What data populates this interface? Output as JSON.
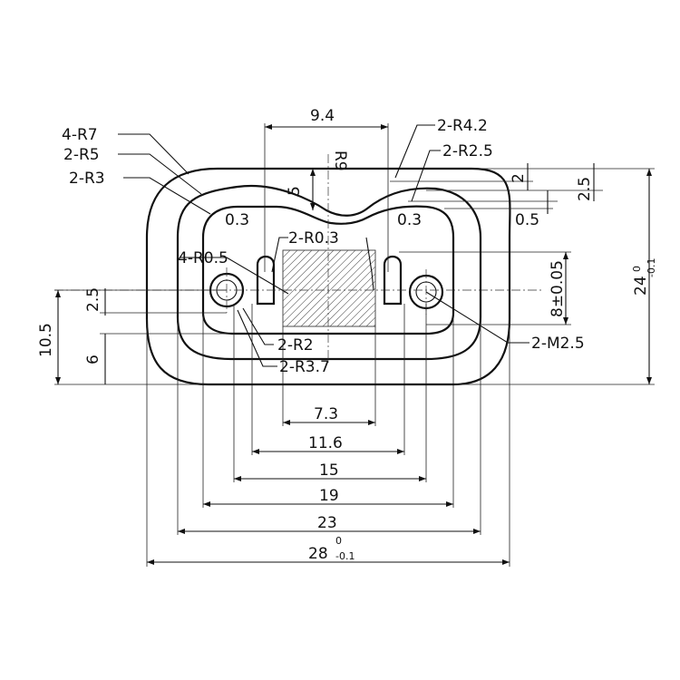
{
  "labels": {
    "r7": "4-R7",
    "r5": "2-R5",
    "r3": "2-R3",
    "r42": "2-R4.2",
    "r25": "2-R2.5",
    "r05": "4-R0.5",
    "r03": "2-R0.3",
    "r2": "2-R2",
    "r37": "2-R3.7",
    "m25": "2-M2.5",
    "r9": "R9",
    "gap_left": "0.3",
    "gap_right": "0.3"
  },
  "dims": {
    "d94": "9.4",
    "d5": "5",
    "d2": "2",
    "d225": "2.5",
    "d05": "0.5",
    "d805": "8±0.05",
    "d24": "24",
    "d24_up": "0",
    "d24_lo": "-0.1",
    "d105": "10.5",
    "d25": "2.5",
    "d6": "6",
    "d73": "7.3",
    "d116": "11.6",
    "d15": "15",
    "d19": "19",
    "d23": "23",
    "d28": "28",
    "d28_up": "0",
    "d28_lo": "-0.1"
  }
}
